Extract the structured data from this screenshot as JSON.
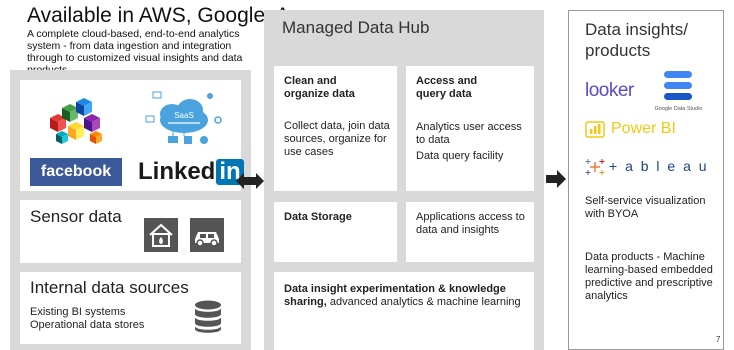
{
  "left": {
    "title": "Available in AWS, Google, Azure",
    "subtitle": "A complete cloud-based, end-to-end analytics system - from data ingestion and integration through to customized visual insights and data products",
    "social": {
      "saas_label": "SaaS",
      "facebook_label": "facebook",
      "linkedin_label": "Linked",
      "linkedin_in": "in"
    },
    "sensor": {
      "title": "Sensor data"
    },
    "internal": {
      "title": "Internal data sources",
      "lines": [
        "Existing BI systems",
        "Operational data stores"
      ]
    }
  },
  "middle": {
    "title": "Managed Data Hub",
    "boxes": [
      {
        "heading": "Clean and organize data",
        "text": "Collect data, join data sources, organize for use cases"
      },
      {
        "heading": "Access and query data",
        "text": "Analytics user access to data",
        "text2": "Data query facility"
      },
      {
        "heading": "Data Storage"
      },
      {
        "text": "Applications access to data and insights"
      }
    ],
    "bottom": {
      "bold": "Data insight experimentation & knowledge sharing,",
      "rest": " advanced analytics & machine learning"
    }
  },
  "right": {
    "title": "Data insights/ products",
    "logos": {
      "looker": "looker",
      "google_data_studio": "Google Data Studio",
      "power_bi": "Power BI",
      "tableau": "+ a b l e a u"
    },
    "text1": "Self-service visualization with BYOA",
    "text2": "Data products - Machine learning-based embedded predictive and prescriptive analytics"
  },
  "page_number": "7",
  "colors": {
    "panel_gray": "#d9d9d9",
    "facebook_blue": "#3b5998",
    "linkedin_blue": "#0077b5",
    "powerbi_yellow": "#f2c811",
    "tableau_blue": "#1f447e",
    "looker_purple": "#5a4cc4"
  }
}
